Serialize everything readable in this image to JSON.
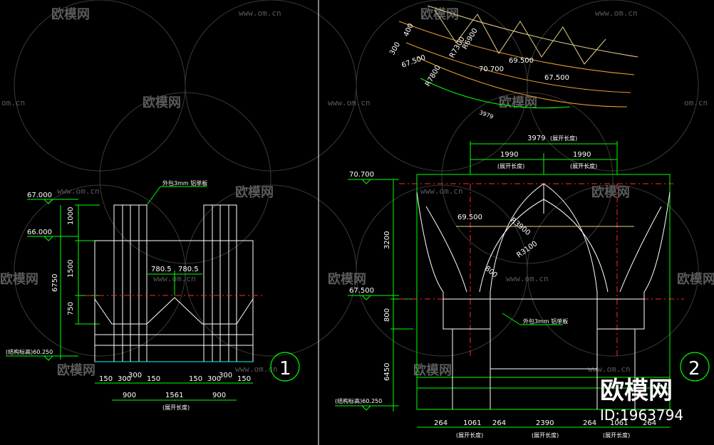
{
  "watermarks": {
    "brand_cn": "欧模网",
    "url": "www.om.cn",
    "url_partial": "om.cn"
  },
  "stamp": {
    "brand": "欧模网",
    "id": "ID:1963794"
  },
  "left_drawing": {
    "tag": "1",
    "levels": [
      "67.000",
      "66.000",
      "(结构标高)60.250"
    ],
    "note": "外包3mm 铝单板",
    "vertical_dims": [
      "1000",
      "1500",
      "750",
      "6750"
    ],
    "top_dims": [
      "780.5",
      "780.5"
    ],
    "bottom_small": [
      "150",
      "300",
      "300",
      "150",
      "150",
      "300",
      "300",
      "150"
    ],
    "bottom_large": [
      "900",
      "1561",
      "900"
    ],
    "bottom_label": "(展开长度)"
  },
  "right_drawing": {
    "tag": "2",
    "levels": [
      "70.700",
      "67.500",
      "(结构标高)60.250"
    ],
    "arc_levels": [
      "69.500"
    ],
    "total_top": "3979",
    "total_top_label": "(展开长度)",
    "half_dims": [
      "1990",
      "1990"
    ],
    "half_labels": [
      "(展开长度)",
      "(展开长度)"
    ],
    "radii": [
      "R3900",
      "R3100"
    ],
    "width_label": "800",
    "note": "外包3mm 铝单板",
    "vertical_dims": [
      "3200",
      "800",
      "6450"
    ],
    "bottom_dims": [
      "264",
      "1061",
      "264",
      "2390",
      "264",
      "1061",
      "264"
    ],
    "bottom_labels": [
      "(展开长度)",
      "(展开长度)",
      "(展开长度)"
    ]
  },
  "plan_detail": {
    "dims": [
      "400",
      "300",
      "67.500",
      "R7300",
      "R6900",
      "R7800",
      "69.500",
      "70.700",
      "67.500"
    ],
    "arc_length": "3979"
  }
}
